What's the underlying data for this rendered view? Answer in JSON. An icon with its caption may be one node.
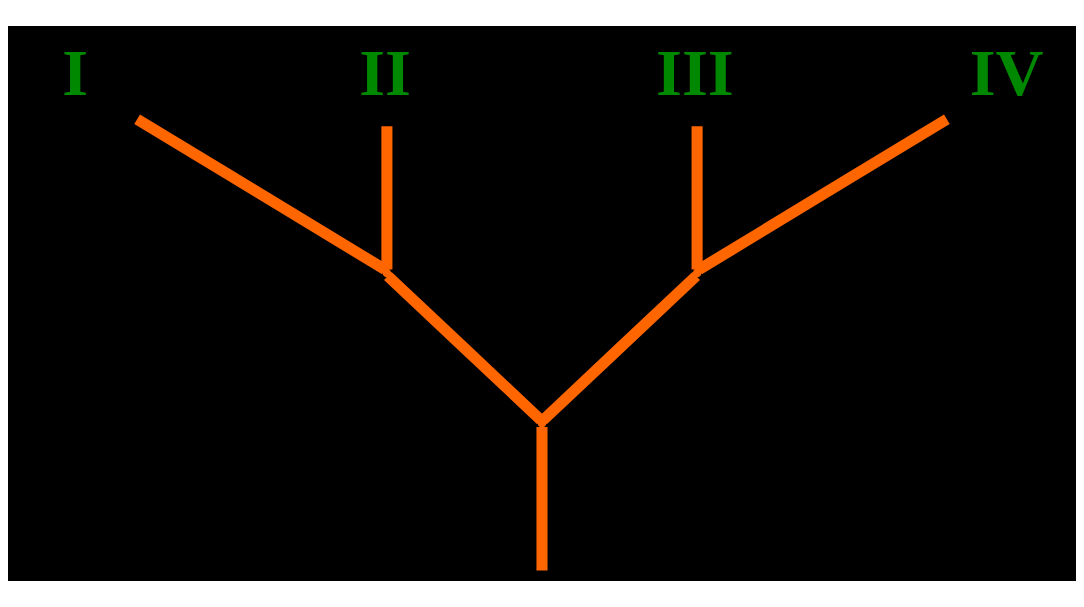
{
  "diagram": {
    "nodes": [
      {
        "text": [
          "I"
        ]
      },
      {
        "text": [
          "II"
        ]
      },
      {
        "text": [
          "III"
        ]
      },
      {
        "text": [
          "IV"
        ]
      },
      {
        "text": [],
        "shape": "point"
      },
      {
        "text": [],
        "shape": "point"
      },
      {
        "text": [],
        "shape": "point"
      }
    ],
    "edges": [
      {
        "from": 4,
        "to": 0,
        "arrow": "none"
      },
      {
        "from": 4,
        "to": 1,
        "arrow": "none"
      },
      {
        "from": 5,
        "to": 2,
        "arrow": "none"
      },
      {
        "from": 5,
        "to": 3,
        "arrow": "none"
      },
      {
        "from": 6,
        "to": 4,
        "arrow": "none"
      },
      {
        "from": 6,
        "to": 5,
        "arrow": "none"
      },
      {
        "from": null,
        "to": 6,
        "arrow": "none"
      }
    ]
  }
}
